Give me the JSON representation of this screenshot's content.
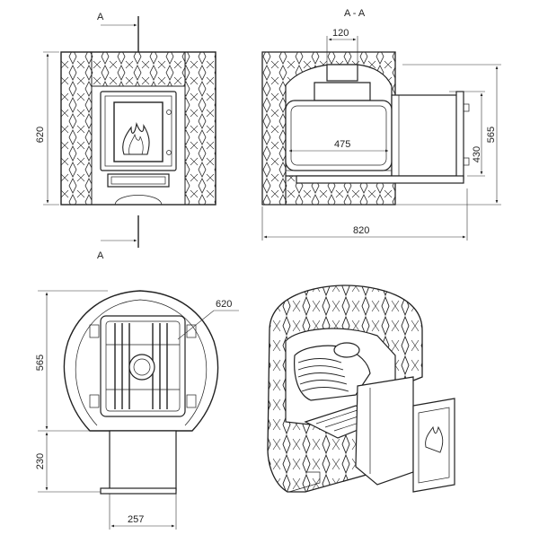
{
  "section_marks": {
    "cut_letter": "A",
    "section_title": "A - A"
  },
  "front_view": {
    "height_dim": "620"
  },
  "section_view": {
    "top_width_dim": "120",
    "inner_width_dim": "475",
    "height_dim_1": "430",
    "height_dim_2": "565",
    "total_width_dim": "820"
  },
  "top_view": {
    "diameter_dim": "620",
    "height_dim_1": "565",
    "height_dim_2": "230",
    "width_dim": "257"
  }
}
